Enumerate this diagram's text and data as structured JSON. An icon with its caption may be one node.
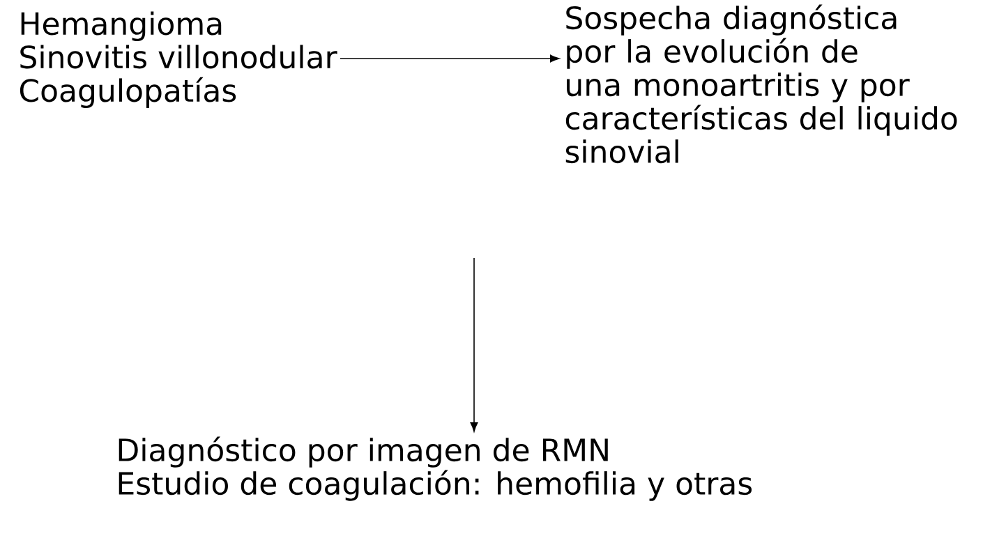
{
  "diagram": {
    "nodes": [
      {
        "text": [
          "Hemangioma",
          "Sinovitis villonodular",
          "Coagulopatías"
        ]
      },
      {
        "text": [
          "Sospecha diagnóstica por la evolución de una monoartritis y por características del liquido sinovial"
        ]
      },
      {
        "text": [
          "Diagnóstico por imagen de RMN",
          "Estudio de coagulación: hemofilia y otras"
        ]
      }
    ],
    "edges": [
      {
        "from": 0,
        "to": 1,
        "arrow": "to"
      },
      {
        "from": null,
        "to": 2,
        "arrow": "to"
      }
    ]
  }
}
